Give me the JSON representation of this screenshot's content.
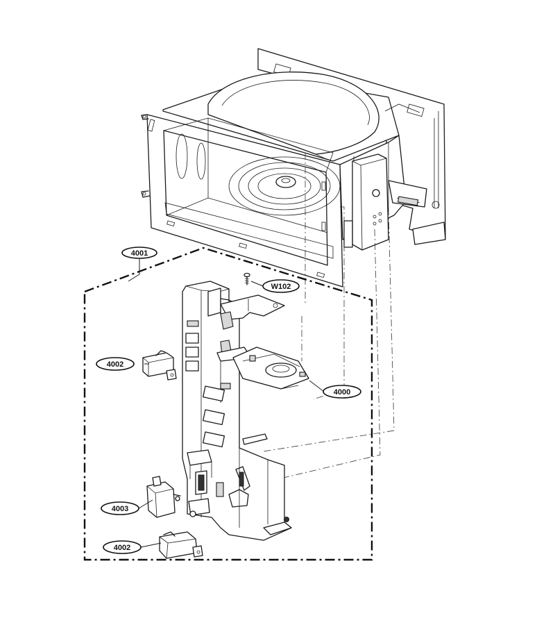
{
  "callouts": [
    {
      "id": "c4001",
      "label": "4001"
    },
    {
      "id": "cW102",
      "label": "W102"
    },
    {
      "id": "c4002a",
      "label": "4002"
    },
    {
      "id": "c4000",
      "label": "4000"
    },
    {
      "id": "c4003",
      "label": "4003"
    },
    {
      "id": "c4002b",
      "label": "4002"
    }
  ]
}
